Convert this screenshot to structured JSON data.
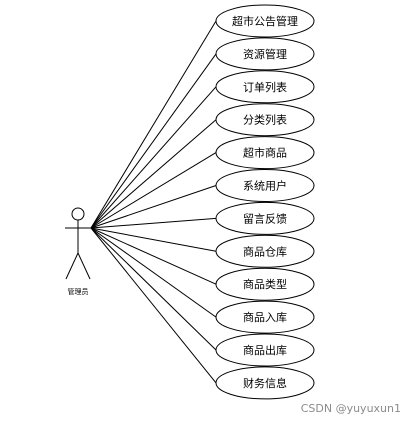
{
  "actor": {
    "label": "管理员"
  },
  "use_cases": [
    "超市公告管理",
    "资源管理",
    "订单列表",
    "分类列表",
    "超市商品",
    "系统用户",
    "留言反馈",
    "商品仓库",
    "商品类型",
    "商品入库",
    "商品出库",
    "财务信息"
  ],
  "watermark": "CSDN @yuyuxun1",
  "colors": {
    "stroke": "#000000",
    "background": "#ffffff",
    "watermark": "#8c8c8c"
  }
}
